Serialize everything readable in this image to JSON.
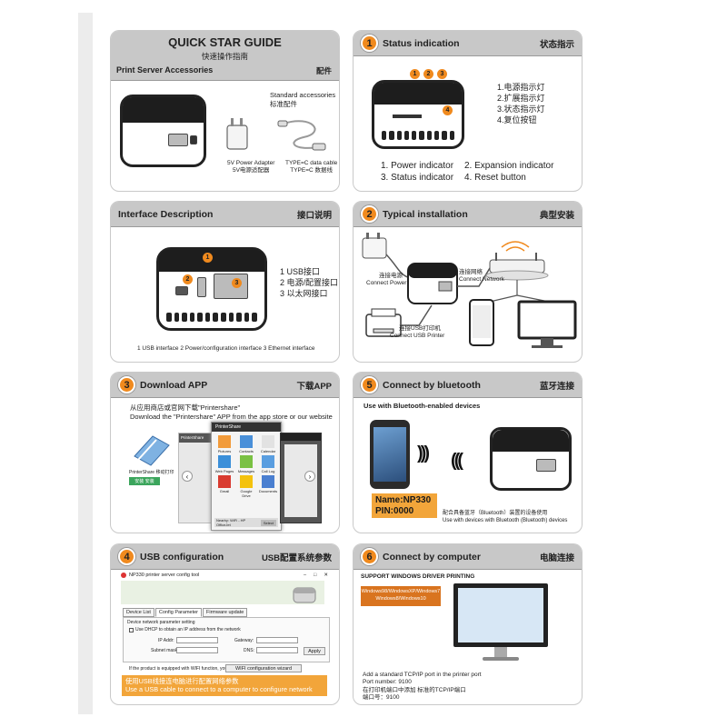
{
  "card1": {
    "title": "QUICK STAR GUIDE",
    "subtitle_cn": "快速操作指南",
    "section_label": "Print Server Accessories",
    "section_label_cn": "配件",
    "standard_accessories": "Standard accessories",
    "standard_accessories_cn": "标准配件",
    "adapter_label": "5V Power Adapter",
    "adapter_label_cn": "5V电源适配器",
    "cable_label": "TYPE=C data cable",
    "cable_label_cn": "TYPE=C 数据线"
  },
  "card2": {
    "number": "1",
    "title": "Status indication",
    "title_cn": "状态指示",
    "led_nums": [
      "1",
      "2",
      "3",
      "4"
    ],
    "cn_list": [
      "1.电源指示灯",
      "2.扩展指示灯",
      "3.状态指示灯",
      "4.复位按钮"
    ],
    "en_list": [
      "1. Power indicator",
      "2. Expansion indicator",
      "3. Status indicator",
      "4. Reset button"
    ]
  },
  "card3": {
    "title": "Interface Description",
    "title_cn": "接口说明",
    "port_nums": [
      "1",
      "2",
      "3"
    ],
    "cn_list": [
      "1 USB接口",
      "2 电源/配置接口",
      "3 以太网接口"
    ],
    "footer": "1 USB interface  2 Power/configuration interface  3 Ethernet interface"
  },
  "card4": {
    "number": "2",
    "title": "Typical installation",
    "title_cn": "典型安装",
    "connect_power_cn": "连接电源",
    "connect_power": "Connect Power",
    "connect_network_cn": "连接网络",
    "connect_network": "Connect Network",
    "connect_usb_cn": "连接USB打印机",
    "connect_usb": "Connect USB Printer"
  },
  "card5": {
    "number": "3",
    "title": "Download APP",
    "title_cn": "下载APP",
    "line1": "从应用商店或官网下载\"Printershare\"",
    "line2": "Download the \"Printershare\" APP from the app store or our website",
    "app_name": "PrinterShare",
    "store_label": "PrinterShare 移动打印",
    "install_label": "安装 安装",
    "app_bar_title": "PrinterShare",
    "grid_labels": [
      "Pictures",
      "Contacts",
      "Calendar",
      "Web Pages",
      "Messages",
      "Call Log",
      "Gmail",
      "Google Drive",
      "Documents"
    ],
    "bottom_text": "Nearby: WiFi - HP OfficeJet",
    "bottom_button": "Select"
  },
  "card6": {
    "number": "5",
    "title": "Connect by bluetooth",
    "title_cn": "蓝牙连接",
    "intro": "Use with Bluetooth-enabled devices",
    "name_line": "Name:NP330",
    "pin_line": "PIN:0000",
    "cn_note": "配合具备蓝牙（Bluetooth）装置的设备使用",
    "en_note": "Use with devices with Bluetooth (Bluetooth) devices"
  },
  "card7": {
    "number": "4",
    "title": "USB configuration",
    "title_cn": "USB配置系统参数",
    "window_title": "NP330 printer server config tool",
    "tabs": [
      "Device List",
      "Config Parameter",
      "Firmware update"
    ],
    "group_label": "Device network parameter setting",
    "dhcp_label": "Use DHCP to obtain an IP address from the network",
    "ip_label": "IP Addr:",
    "gateway_label": "Gateway:",
    "subnet_label": "Subnet mask:",
    "dns_label": "DNS:",
    "apply_button": "Apply",
    "wifi_note": "If the product is equipped with WIFI function, you can",
    "wifi_button": "WIFI configuration wizard",
    "banner_cn": "使用USB线接连电脑进行配置网络参数",
    "banner_en": "Use a USB cable to connect to a computer to configure network parameters"
  },
  "card8": {
    "number": "6",
    "title": "Connect by computer",
    "title_cn": "电脑连接",
    "support": "SUPPORT WINDOWS DRIVER PRINTING",
    "os_line1": "Windows98/WindowsXP/Windows7",
    "os_line2": "Windows8/Windows10",
    "port_lines": [
      "Add a standard TCP/IP port in the printer port",
      "Port number: 9100",
      "在打印机端口中添加 标准的TCP/IP端口",
      "端口号：9100"
    ]
  }
}
